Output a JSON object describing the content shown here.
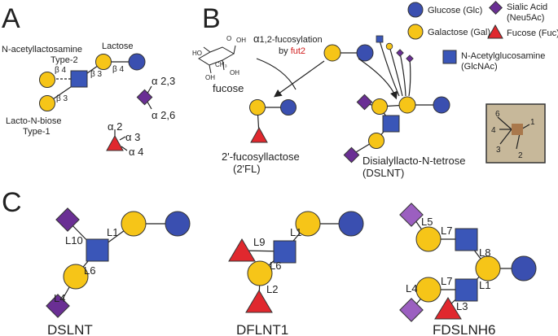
{
  "colors": {
    "glucose": "#3a4fb0",
    "galactose": "#f6c518",
    "glcnac": "#3a56b8",
    "sialic": "#6a2f94",
    "fucose": "#e0282e",
    "box_bg": "#c7b89a",
    "box_center": "#a9784c",
    "accent_red": "#d01c1c"
  },
  "panels": {
    "a": "A",
    "b": "B",
    "c": "C"
  },
  "panel_a": {
    "lactosamine_label": "N-acetyllactosamine",
    "type2_label": "Type-2",
    "lactose_label": "Lactose",
    "lnb_label": "Lacto-N-biose",
    "type1_label": "Type-1",
    "b4_top": "β 4",
    "b3_top": "β 3",
    "b4_right": "β 4",
    "b3_bottom": "β 3",
    "a23": "α 2,3",
    "a26": "α 2,6",
    "a2": "α 2",
    "a3": "α 3",
    "a4": "α 4"
  },
  "panel_b": {
    "fucosylation_alpha": "α",
    "fucosylation_text": "1,2-fucosylation",
    "by_text": "by",
    "fut2": "fut2",
    "fucose_label": "fucose",
    "two_fl_name": "2'-fucosyllactose",
    "two_fl_abbr": "(2'FL)",
    "dslnt_name": "Disialyllacto-N-tetrose",
    "dslnt_abbr": "(DSLNT)",
    "struct_h1": "HO",
    "struct_h2": "OH",
    "struct_h3": "CH₃",
    "struct_h4": "OH",
    "struct_h5": "O",
    "struct_h6": "OH",
    "box_positions": [
      "6",
      "4",
      "3",
      "1",
      "2"
    ]
  },
  "legend": {
    "glucose": "Glucose (Glc)",
    "galactose": "Galactose (Gal)",
    "sialic_1": "Sialic Acid",
    "sialic_2": "(Neu5Ac)",
    "fucose": "Fucose (Fuc)",
    "glcnac_1": "N-Acetylglucosamine",
    "glcnac_2": "(GlcNAc)"
  },
  "panel_c": {
    "dslnt": {
      "name": "DSLNT",
      "l1": "L1",
      "l10": "L10",
      "l6": "L6",
      "l4": "L4"
    },
    "dflnt1": {
      "name": "DFLNT1",
      "l1": "L1",
      "l9": "L9",
      "l6": "L6",
      "l2": "L2"
    },
    "fdslnh6": {
      "name": "FDSLNH6",
      "l5": "L5",
      "l7a": "L7",
      "l8": "L8",
      "l7b": "L7",
      "l4": "L4",
      "l1": "L1",
      "l3": "L3"
    }
  }
}
